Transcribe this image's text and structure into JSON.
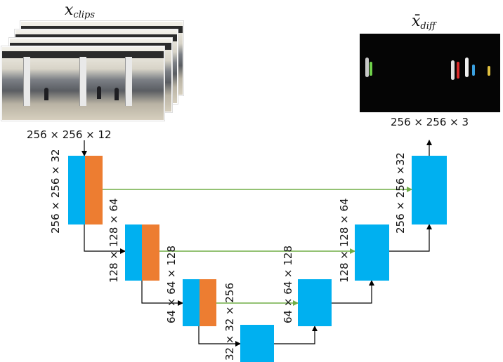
{
  "input": {
    "symbol": "x",
    "subscript": "clips",
    "dims": "256 × 256 × 12"
  },
  "output": {
    "symbol": "x̄",
    "subscript": "diff",
    "dims": "256 × 256 × 3"
  },
  "encoder_labels": [
    "256 × 256 × 32",
    "128 × 128 × 64",
    "64 × 64 × 128",
    "32 × 32 × 256"
  ],
  "decoder_labels": [
    "64 × 64 × 128",
    "128 × 128 × 64",
    "256 × 256 ×32"
  ],
  "colors": {
    "feature_block": "#00b0f0",
    "concat_block": "#ed7d31",
    "skip_arrow": "#70ad47",
    "flow_arrow": "#000000"
  }
}
